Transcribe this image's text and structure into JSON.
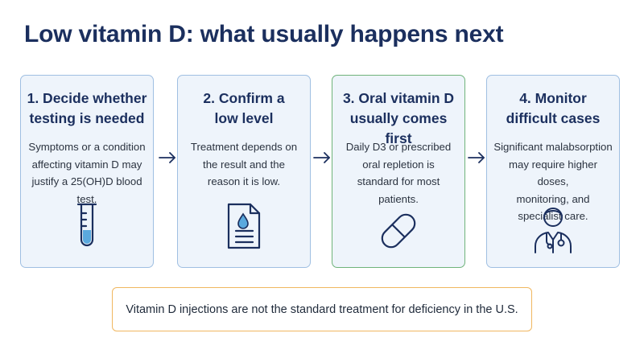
{
  "title": "Low vitamin D: what usually happens next",
  "steps": [
    {
      "title": "1. Decide whether\ntesting is needed",
      "body": "Symptoms or a condition\naffecting vitamin D may\njustify a 25(OH)D blood test.",
      "icon": "test-tube-icon"
    },
    {
      "title": "2. Confirm a\nlow level",
      "body": "Treatment depends on\nthe result and the\nreason it is low.",
      "icon": "lab-report-icon"
    },
    {
      "title": "3. Oral vitamin D\nusually comes first",
      "body": "Daily D3 or prescribed\noral repletion is\nstandard for most\npatients.",
      "icon": "capsule-icon"
    },
    {
      "title": "4. Monitor\ndifficult cases",
      "body": "Significant malabsorption\nmay require higher doses,\nmonitoring, and\nspecialist care.",
      "icon": "doctor-icon"
    }
  ],
  "note": "Vitamin D injections are not the standard treatment for deficiency in the U.S.",
  "colors": {
    "title": "#1b2f5e",
    "card_fill": "#eef4fb",
    "card_border": "#9fbfe2",
    "highlight_border": "#6fb37a",
    "note_border": "#f0b760",
    "icon_stroke": "#1b2f5e"
  }
}
